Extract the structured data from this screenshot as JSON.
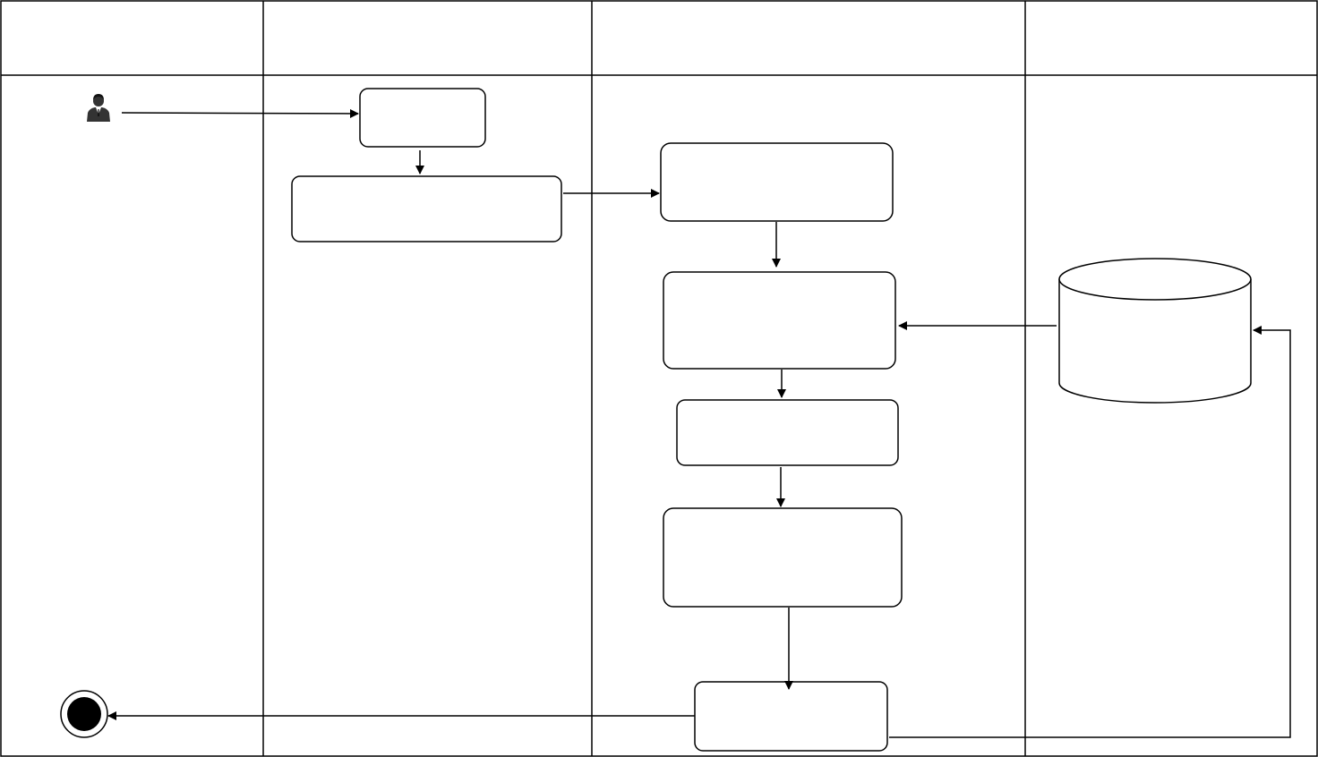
{
  "diagram": {
    "type": "uml-activity-swimlane",
    "colors": {
      "stroke": "#000000",
      "background": "#ffffff",
      "actor_icon": "#333333",
      "final_node_fill": "#000000"
    },
    "icons": {
      "actor": "user-icon",
      "end": "final-node-icon",
      "storage": "database-icon"
    },
    "lanes": [
      {
        "id": "lane-1",
        "title": ""
      },
      {
        "id": "lane-2",
        "title": ""
      },
      {
        "id": "lane-3",
        "title": ""
      },
      {
        "id": "lane-4",
        "title": ""
      }
    ],
    "nodes": [
      {
        "id": "action-1",
        "lane": "lane-2",
        "label": ""
      },
      {
        "id": "action-2",
        "lane": "lane-2",
        "label": ""
      },
      {
        "id": "action-3",
        "lane": "lane-3",
        "label": ""
      },
      {
        "id": "action-4",
        "lane": "lane-3",
        "label": ""
      },
      {
        "id": "action-5",
        "lane": "lane-3",
        "label": ""
      },
      {
        "id": "action-6",
        "lane": "lane-3",
        "label": ""
      },
      {
        "id": "action-7",
        "lane": "lane-3",
        "label": ""
      },
      {
        "id": "datastore",
        "lane": "lane-4",
        "label": ""
      }
    ],
    "edges": [
      {
        "from": "actor",
        "to": "action-1"
      },
      {
        "from": "action-1",
        "to": "action-2"
      },
      {
        "from": "action-2",
        "to": "action-3"
      },
      {
        "from": "action-3",
        "to": "action-4"
      },
      {
        "from": "datastore",
        "to": "action-4"
      },
      {
        "from": "action-4",
        "to": "action-5"
      },
      {
        "from": "action-5",
        "to": "action-6"
      },
      {
        "from": "action-6",
        "to": "action-7"
      },
      {
        "from": "action-7",
        "to": "end"
      },
      {
        "from": "action-7",
        "to": "datastore"
      }
    ]
  }
}
